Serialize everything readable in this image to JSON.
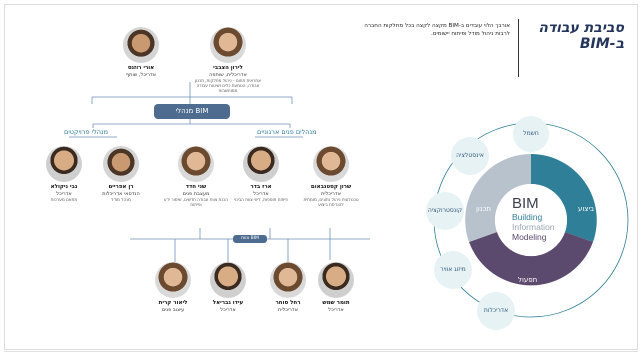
{
  "header": {
    "title": "סביבת עבודה ב-BIM",
    "intro": "אורבך הלוי עובדים ב-BIM מקצה לקצה בכל מחלקות החברה לרבות ניהול מודל ופיתוח יישומים."
  },
  "top_people": [
    {
      "name": "לירון הצבבי",
      "role": "אדריכלית, שותפה",
      "desc": "אחראית תחום - ניהול מחלקות, תכנון עבודה, הטמעת כלים ושיטות עבודה ממוחשבות"
    },
    {
      "name": "אורי רוזנס",
      "role": "אדריכל, שותף",
      "desc": ""
    }
  ],
  "bim_managers_label": "מנהלי BIM",
  "groups": {
    "internal": "מנהלים פנים ארגוניים",
    "projects": "מנהלי פרויקטים"
  },
  "managers": [
    {
      "name": "שרון קסטנבאום",
      "role": "אדריכלית",
      "desc": "טכנולוגית ניהול נתונים, מומחית להנדסת ביצוע"
    },
    {
      "name": "ארז בדר",
      "role": "אדריכל",
      "desc": "פיתוח תוספות, ליווי צוות הבינוי"
    },
    {
      "name": "שני חדד",
      "role": "מעצבת פנים",
      "desc": "הכנת צוות עבודה חדשים, שימור ידע ופיתוח"
    },
    {
      "name": "רן אפריים",
      "role": "הנדסאי אדריכלות",
      "desc": "מנהל מודל"
    },
    {
      "name": "גבי ניקולא",
      "role": "אדריכל",
      "desc": "מתאם מערכות"
    }
  ],
  "bim_team_label": "צוות BIM",
  "team": [
    {
      "name": "תומר שמש",
      "role": "אדריכל"
    },
    {
      "name": "רחל סוחר",
      "role": "אדריכלית"
    },
    {
      "name": "עידו גבריאל",
      "role": "אדריכל"
    },
    {
      "name": "ליאור קרית",
      "role": "עיצוב פנים"
    }
  ],
  "bim_wheel": {
    "logo": "BIM",
    "lines": [
      "Building",
      "Information",
      "Modeling"
    ],
    "segments": [
      "ביצוע",
      "תפעול",
      "תכנון"
    ],
    "bubbles": [
      "חשמל",
      "אינסטלציה",
      "קונסטרוקציה",
      "מיזוג אוויר",
      "אדריכלות"
    ],
    "colors": {
      "execution": "#2e7f97",
      "operation": "#5b4a6e",
      "design": "#b7c2cc",
      "bubble": "#e6f2f4"
    }
  }
}
